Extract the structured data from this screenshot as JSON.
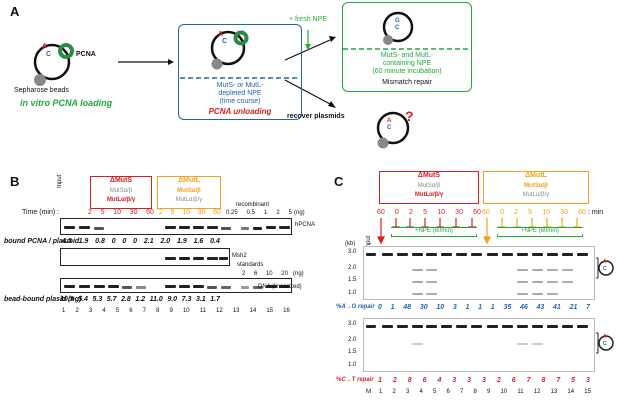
{
  "panelA": {
    "letter": "A",
    "pcna": "PCNA",
    "beads": "Sepharose beads",
    "in_vitro": "in vitro PCNA loading",
    "fresh_npe": "+ fresh NPE",
    "depleted_npe": "MutS- or MutL-\ndepleted NPE\n(time course)",
    "pcna_unloading": "PCNA unloading",
    "containing_npe": "MutS- and MutL-\ncontaining NPE\n(60 minute incubation)",
    "mismatch_repair": "Mismatch repair",
    "recover": "recover plasmids",
    "question": "?",
    "base_top_a": "A",
    "base_top_c": "C",
    "base_mid_a": "A",
    "base_mid_c": "C",
    "base_right_g": "G",
    "base_right_c": "C",
    "base_q_a": "A",
    "base_q_c": "C"
  },
  "panelB": {
    "letter": "B",
    "input": "Input",
    "dmuts_head": "ΔMutS",
    "dmuts_sub1": "MutSα/β",
    "dmuts_sub2": "MutLα/β/γ",
    "dmutl_head": "ΔMutL",
    "dmutl_sub1": "MutSα/β",
    "dmutl_sub2": "MutLα/β/γ",
    "recombinant": "recombinant",
    "time_label": "Time (min) :",
    "times_s": [
      "2",
      "5",
      "10",
      "30",
      "60"
    ],
    "times_l": [
      "2",
      "5",
      "10",
      "30",
      "60"
    ],
    "recomb_vals": [
      "0.25",
      "0.5",
      "1",
      "2",
      "5"
    ],
    "ng": "(ng)",
    "hpcna": "hPCNA",
    "bound_label": "bound PCNA / plasmid",
    "bound_vals": [
      "4.3",
      "1.9",
      "0.8",
      "0",
      "0",
      "0",
      "2.1",
      "2.0",
      "1.9",
      "1.6",
      "0.4"
    ],
    "msh2": "Msh2",
    "standards": "standards",
    "std_vals": [
      "2",
      "6",
      "10",
      "20"
    ],
    "ng2": "(ng)",
    "dna": "DNA (linearized)",
    "bead_label": "bead-bound plasid (ng)",
    "bead_vals": [
      "10.9",
      "5.4",
      "5.3",
      "5.7",
      "2.8",
      "1.2",
      "11.0",
      "9.0",
      "7.3",
      "3.1",
      "1.7"
    ],
    "lanes": [
      "1",
      "2",
      "3",
      "4",
      "5",
      "6",
      "7",
      "8",
      "9",
      "10",
      "11",
      "12",
      "13",
      "14",
      "15",
      "16"
    ]
  },
  "panelC": {
    "letter": "C",
    "input": "Input",
    "dmuts_head": "ΔMutS",
    "dmuts_sub1": "MutSα/β",
    "dmuts_sub2": "MutLα/β/γ",
    "dmutl_head": "ΔMutL",
    "dmutl_sub1": "MutSα/β",
    "dmutl_sub2": "MutLα/β/γ",
    "times_s": [
      "60",
      "0",
      "2",
      "5",
      "10",
      "30",
      "60"
    ],
    "times_l": [
      "60",
      "0",
      "2",
      "5",
      "10",
      "30",
      "60"
    ],
    "min": ": min",
    "npe_s": "+NPE (60min)",
    "npe_l": "+NPE (60min)",
    "kb": "(kb)",
    "markers": [
      "3.0",
      "2.0",
      "1.5",
      "1.0"
    ],
    "ag_label": "%A→G repair",
    "ag_vals": [
      "0",
      "1",
      "48",
      "30",
      "10",
      "3",
      "1",
      "1",
      "1",
      "35",
      "46",
      "43",
      "41",
      "21",
      "7"
    ],
    "ct_label": "%C→T repair",
    "ct_vals": [
      "1",
      "2",
      "8",
      "6",
      "4",
      "3",
      "3",
      "3",
      "2",
      "6",
      "7",
      "8",
      "7",
      "5",
      "3"
    ],
    "m": "M",
    "lanes": [
      "1",
      "2",
      "3",
      "4",
      "5",
      "6",
      "7",
      "8",
      "9",
      "10",
      "11",
      "12",
      "13",
      "14",
      "15"
    ],
    "icon_top_a": "A",
    "icon_top_c": "C",
    "icon_bot_a": "A",
    "icon_bot_c": "C"
  },
  "colors": {
    "green": "#22a83a",
    "red": "#d62027",
    "blue": "#2166ac",
    "orange": "#f2a21d",
    "gray": "#8a8a8a"
  }
}
